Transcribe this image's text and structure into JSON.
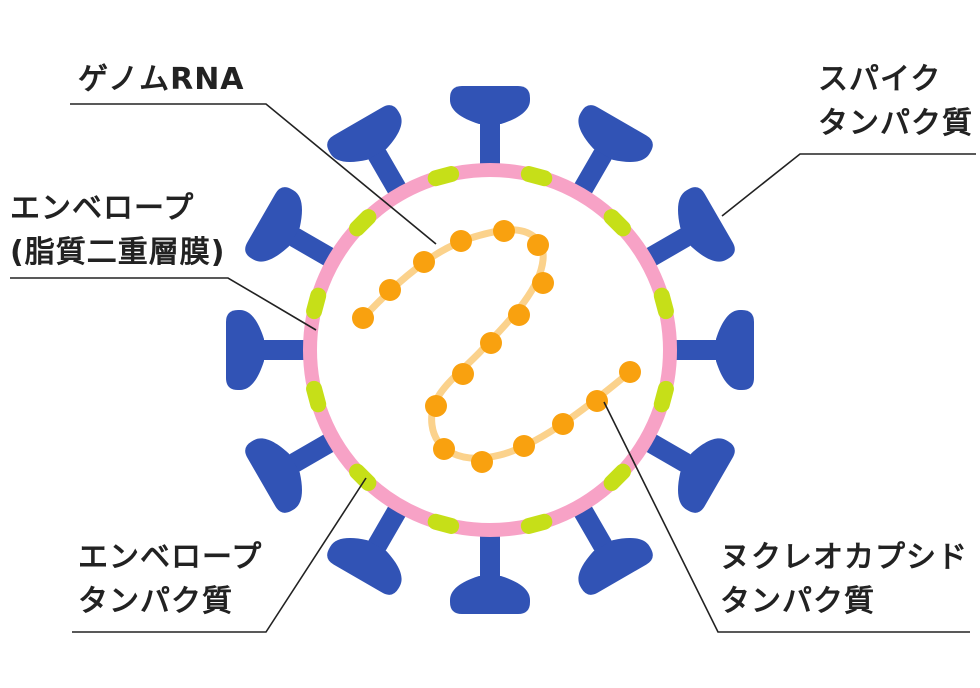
{
  "labels": {
    "genome": [
      "ゲノムRNA"
    ],
    "envelope": [
      "エンベロープ",
      "(脂質二重層膜)"
    ],
    "spike": [
      "スパイク",
      "タンパク質"
    ],
    "envelope_protein": [
      "エンベロープ",
      "タンパク質"
    ],
    "nucleocapsid": [
      "ヌクレオカプシド",
      "タンパク質"
    ]
  },
  "colors": {
    "spike": "#3153b5",
    "membrane": "#f7a2c6",
    "envelope_protein": "#c6df18",
    "rna_beads": "#f9a10f",
    "rna_strand": "#fbd28c",
    "leader_lines": "#222222",
    "text": "#222222"
  }
}
